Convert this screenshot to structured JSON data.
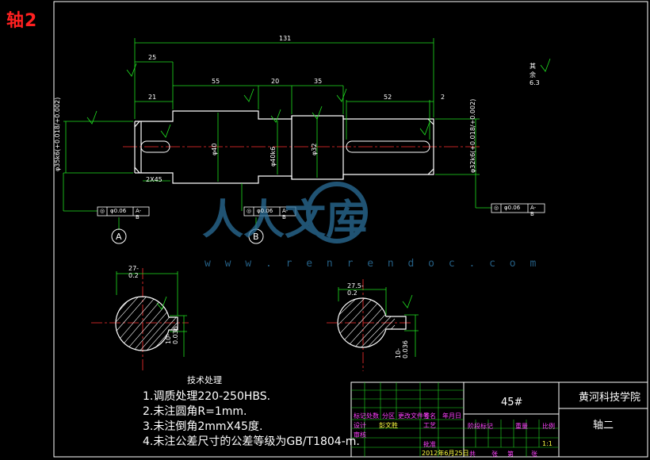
{
  "corner_title": "轴2",
  "dims": {
    "overall": "131",
    "d25": "25",
    "d21": "21",
    "d55": "55",
    "d20": "20",
    "d35": "35",
    "d52": "52",
    "d2": "2",
    "chamfer": "2X45",
    "keyway_left": "27-0.2",
    "keyway_right": "27.5-0.2",
    "key_w_left": "10-0.036",
    "key_w_right": "10-0.036",
    "dia_left": "φ35k6(+0.018/+0.002)",
    "dia_mid": "φ40",
    "dia_mid2": "φ40k6",
    "dia_mid3": "φ32",
    "dia_right": "φ32k6(+0.018/+0.002)",
    "roughness_general": "其余 6.3"
  },
  "tolerance_frames": {
    "left": {
      "symbol": "◎",
      "value": "φ0.06",
      "ref": "A-B"
    },
    "mid": {
      "symbol": "◎",
      "value": "φ0.06",
      "ref": "A-B"
    },
    "right": {
      "symbol": "◎",
      "value": "φ0.06",
      "ref": "A-B"
    }
  },
  "datums": {
    "a": "A",
    "b": "B"
  },
  "notes": {
    "header": "技术处理",
    "items": [
      "1.调质处理220-250HBS.",
      "2.未注圆角R=1mm.",
      "3.未注倒角2mmX45度.",
      "4.未注公差尺寸的公差等级为GB/T1804-m."
    ]
  },
  "watermark": {
    "text": "人人文库",
    "url": "w w w . r e n r e n d o c . c o m"
  },
  "title_block": {
    "material": "45#",
    "school": "黄河科技学院",
    "part_name": "轴二",
    "scale": "1:1",
    "date": "2012年6月25日",
    "row_labels": [
      "标记",
      "处数",
      "分区",
      "更改文件号",
      "签名",
      "年月日"
    ],
    "row_labels2": [
      "设计",
      "审核",
      "工艺",
      "批准"
    ],
    "designer": "彭文胜",
    "stage_labels": [
      "阶段标记",
      "重量",
      "比例"
    ],
    "sheet": [
      "共",
      "张",
      "第",
      "张"
    ]
  }
}
